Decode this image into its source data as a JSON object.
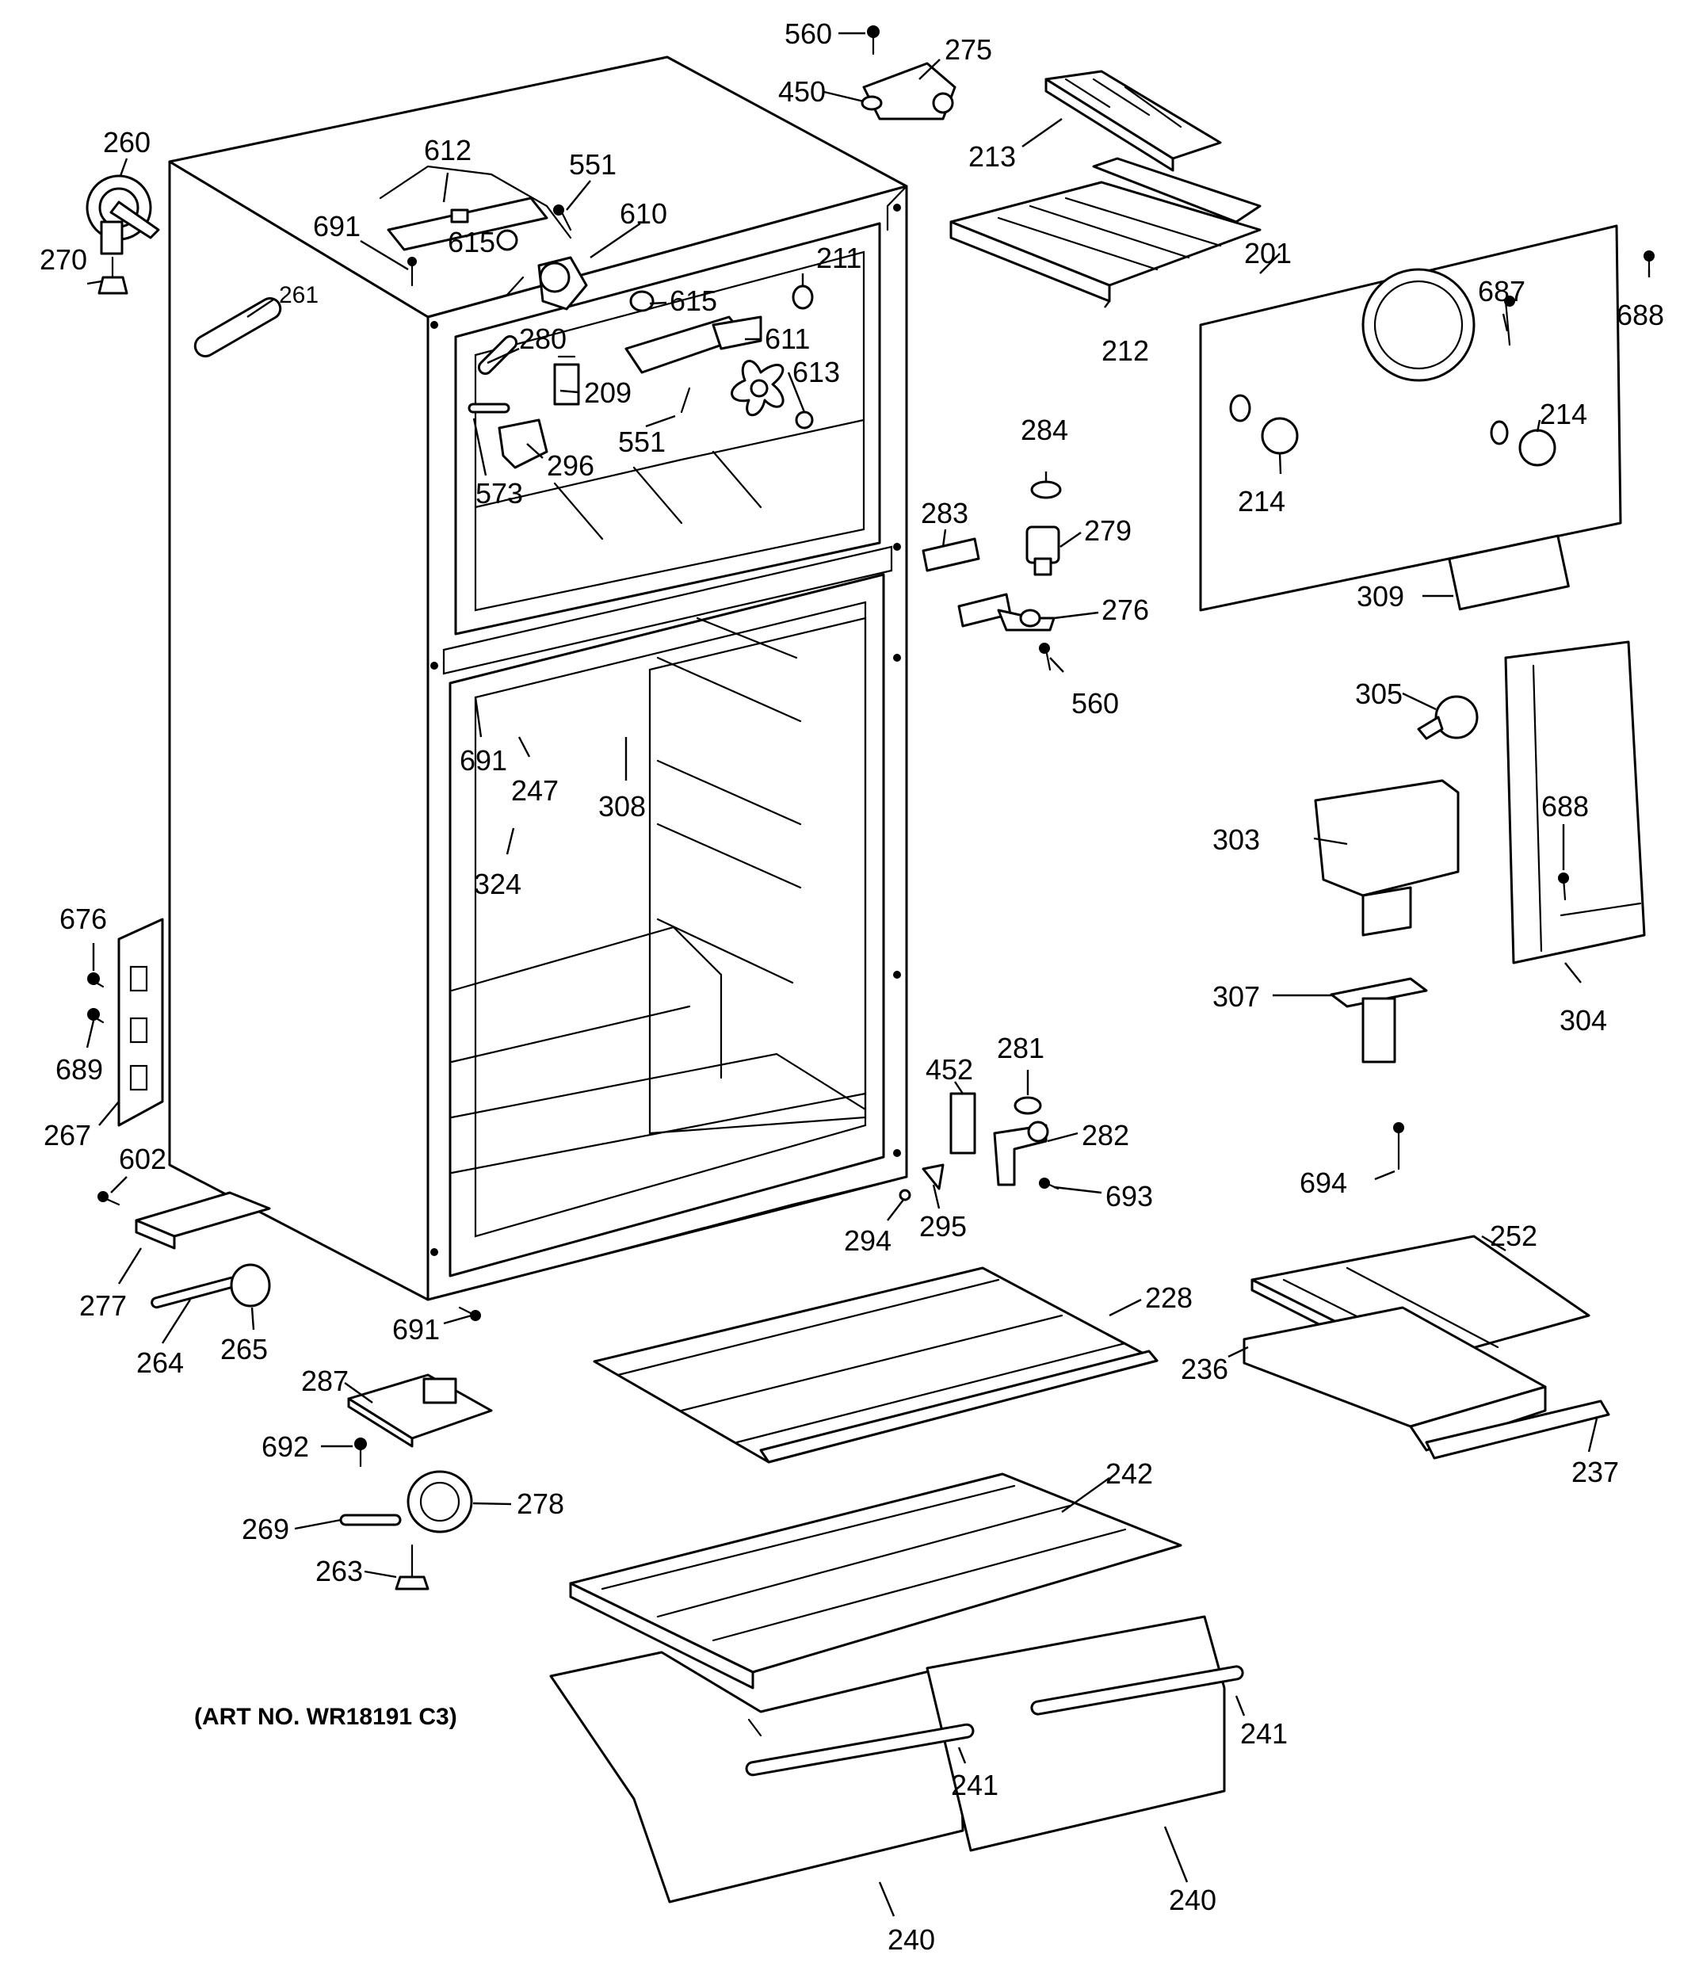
{
  "art_number": "(ART NO. WR18191 C3)",
  "callouts": [
    {
      "id": "560a",
      "text": "560"
    },
    {
      "id": "275",
      "text": "275"
    },
    {
      "id": "450",
      "text": "450"
    },
    {
      "id": "213",
      "text": "213"
    },
    {
      "id": "260",
      "text": "260"
    },
    {
      "id": "612",
      "text": "612"
    },
    {
      "id": "551a",
      "text": "551"
    },
    {
      "id": "610",
      "text": "610"
    },
    {
      "id": "691a",
      "text": "691"
    },
    {
      "id": "615a",
      "text": "615"
    },
    {
      "id": "270",
      "text": "270"
    },
    {
      "id": "261",
      "text": "261"
    },
    {
      "id": "211",
      "text": "211"
    },
    {
      "id": "615b",
      "text": "615"
    },
    {
      "id": "611",
      "text": "611"
    },
    {
      "id": "212",
      "text": "212"
    },
    {
      "id": "201",
      "text": "201"
    },
    {
      "id": "687",
      "text": "687"
    },
    {
      "id": "688a",
      "text": "688"
    },
    {
      "id": "280",
      "text": "280"
    },
    {
      "id": "209",
      "text": "209"
    },
    {
      "id": "613",
      "text": "613"
    },
    {
      "id": "551b",
      "text": "551"
    },
    {
      "id": "296",
      "text": "296"
    },
    {
      "id": "573",
      "text": "573"
    },
    {
      "id": "284",
      "text": "284"
    },
    {
      "id": "214a",
      "text": "214"
    },
    {
      "id": "214b",
      "text": "214"
    },
    {
      "id": "283",
      "text": "283"
    },
    {
      "id": "279",
      "text": "279"
    },
    {
      "id": "276",
      "text": "276"
    },
    {
      "id": "309",
      "text": "309"
    },
    {
      "id": "560b",
      "text": "560"
    },
    {
      "id": "305",
      "text": "305"
    },
    {
      "id": "691b",
      "text": "691"
    },
    {
      "id": "247",
      "text": "247"
    },
    {
      "id": "308",
      "text": "308"
    },
    {
      "id": "303",
      "text": "303"
    },
    {
      "id": "688b",
      "text": "688"
    },
    {
      "id": "324",
      "text": "324"
    },
    {
      "id": "676",
      "text": "676"
    },
    {
      "id": "307",
      "text": "307"
    },
    {
      "id": "304",
      "text": "304"
    },
    {
      "id": "689",
      "text": "689"
    },
    {
      "id": "281",
      "text": "281"
    },
    {
      "id": "452",
      "text": "452"
    },
    {
      "id": "267",
      "text": "267"
    },
    {
      "id": "282",
      "text": "282"
    },
    {
      "id": "602",
      "text": "602"
    },
    {
      "id": "693",
      "text": "693"
    },
    {
      "id": "694",
      "text": "694"
    },
    {
      "id": "295",
      "text": "295"
    },
    {
      "id": "294",
      "text": "294"
    },
    {
      "id": "252",
      "text": "252"
    },
    {
      "id": "228",
      "text": "228"
    },
    {
      "id": "277",
      "text": "277"
    },
    {
      "id": "691c",
      "text": "691"
    },
    {
      "id": "236",
      "text": "236"
    },
    {
      "id": "264",
      "text": "264"
    },
    {
      "id": "265",
      "text": "265"
    },
    {
      "id": "287",
      "text": "287"
    },
    {
      "id": "237",
      "text": "237"
    },
    {
      "id": "692",
      "text": "692"
    },
    {
      "id": "242",
      "text": "242"
    },
    {
      "id": "278",
      "text": "278"
    },
    {
      "id": "269",
      "text": "269"
    },
    {
      "id": "263",
      "text": "263"
    },
    {
      "id": "241a",
      "text": "241"
    },
    {
      "id": "241b",
      "text": "241"
    },
    {
      "id": "240a",
      "text": "240"
    },
    {
      "id": "240b",
      "text": "240"
    }
  ]
}
